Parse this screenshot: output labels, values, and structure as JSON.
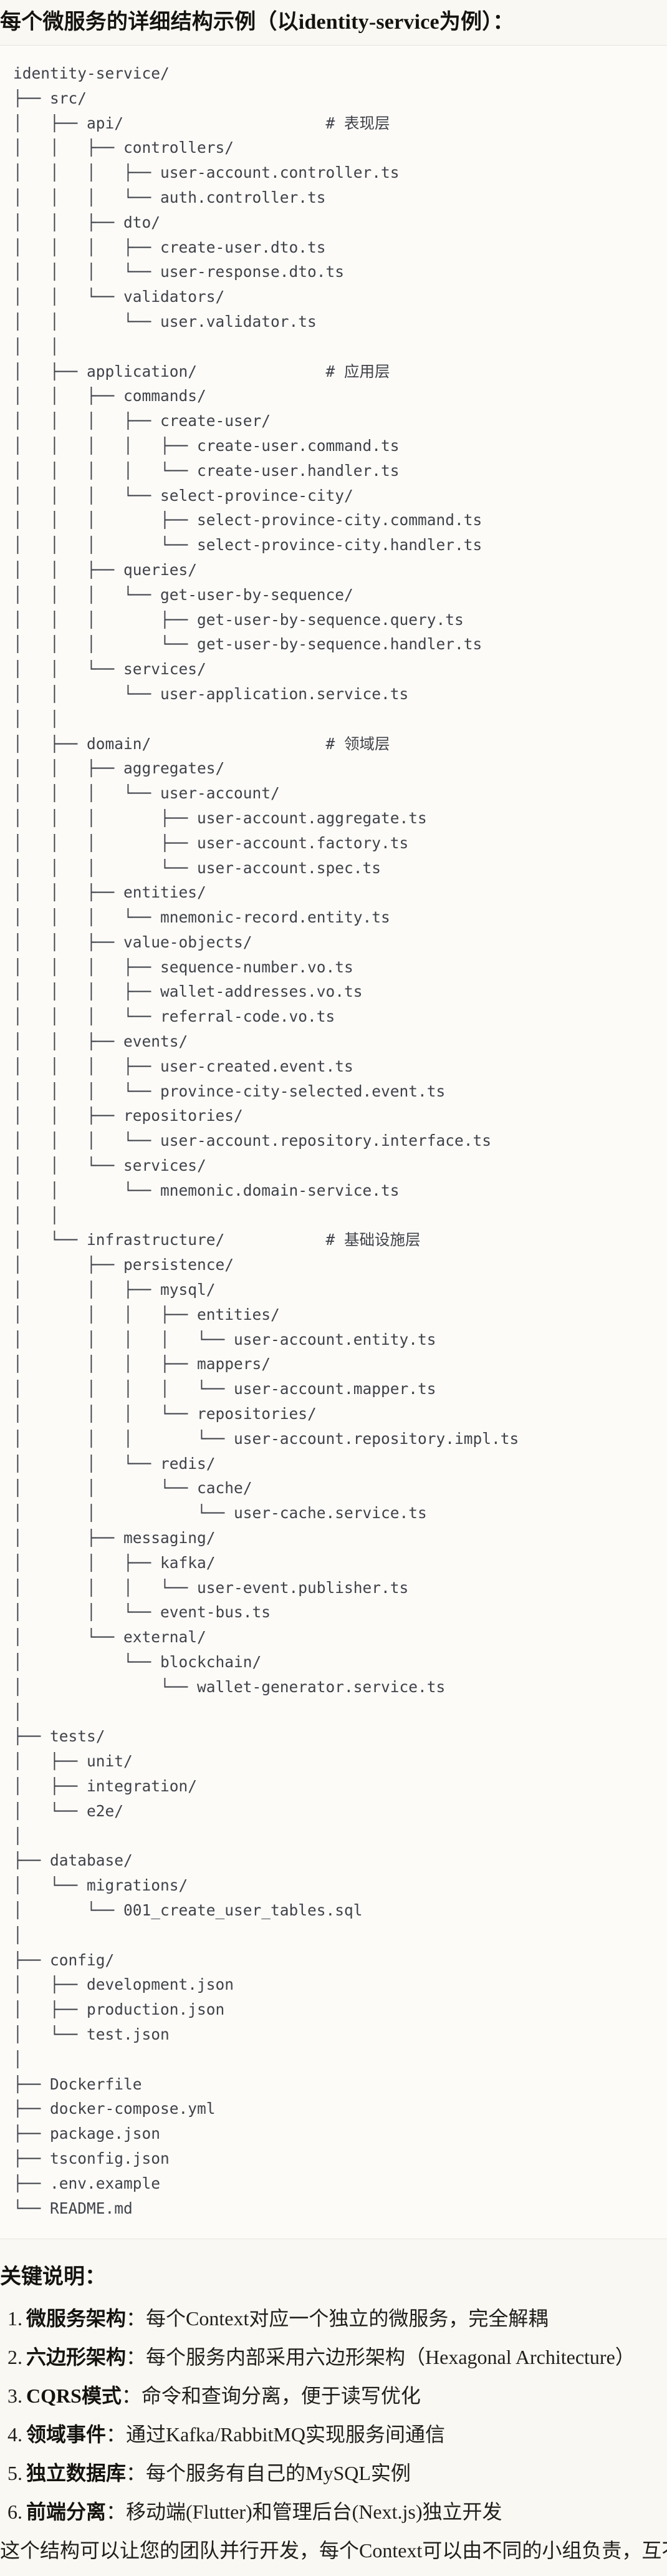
{
  "page": {
    "title": "每个微服务的详细结构示例（以identity-service为例）："
  },
  "tree": {
    "lines": [
      "identity-service/",
      "├── src/",
      "│   ├── api/                      # 表现层",
      "│   │   ├── controllers/",
      "│   │   │   ├── user-account.controller.ts",
      "│   │   │   └── auth.controller.ts",
      "│   │   ├── dto/",
      "│   │   │   ├── create-user.dto.ts",
      "│   │   │   └── user-response.dto.ts",
      "│   │   └── validators/",
      "│   │       └── user.validator.ts",
      "│   │",
      "│   ├── application/              # 应用层",
      "│   │   ├── commands/",
      "│   │   │   ├── create-user/",
      "│   │   │   │   ├── create-user.command.ts",
      "│   │   │   │   └── create-user.handler.ts",
      "│   │   │   └── select-province-city/",
      "│   │   │       ├── select-province-city.command.ts",
      "│   │   │       └── select-province-city.handler.ts",
      "│   │   ├── queries/",
      "│   │   │   └── get-user-by-sequence/",
      "│   │   │       ├── get-user-by-sequence.query.ts",
      "│   │   │       └── get-user-by-sequence.handler.ts",
      "│   │   └── services/",
      "│   │       └── user-application.service.ts",
      "│   │",
      "│   ├── domain/                   # 领域层",
      "│   │   ├── aggregates/",
      "│   │   │   └── user-account/",
      "│   │   │       ├── user-account.aggregate.ts",
      "│   │   │       ├── user-account.factory.ts",
      "│   │   │       └── user-account.spec.ts",
      "│   │   ├── entities/",
      "│   │   │   └── mnemonic-record.entity.ts",
      "│   │   ├── value-objects/",
      "│   │   │   ├── sequence-number.vo.ts",
      "│   │   │   ├── wallet-addresses.vo.ts",
      "│   │   │   └── referral-code.vo.ts",
      "│   │   ├── events/",
      "│   │   │   ├── user-created.event.ts",
      "│   │   │   └── province-city-selected.event.ts",
      "│   │   ├── repositories/",
      "│   │   │   └── user-account.repository.interface.ts",
      "│   │   └── services/",
      "│   │       └── mnemonic.domain-service.ts",
      "│   │",
      "│   └── infrastructure/           # 基础设施层",
      "│       ├── persistence/",
      "│       │   ├── mysql/",
      "│       │   │   ├── entities/",
      "│       │   │   │   └── user-account.entity.ts",
      "│       │   │   ├── mappers/",
      "│       │   │   │   └── user-account.mapper.ts",
      "│       │   │   └── repositories/",
      "│       │   │       └── user-account.repository.impl.ts",
      "│       │   └── redis/",
      "│       │       └── cache/",
      "│       │           └── user-cache.service.ts",
      "│       ├── messaging/",
      "│       │   ├── kafka/",
      "│       │   │   └── user-event.publisher.ts",
      "│       │   └── event-bus.ts",
      "│       └── external/",
      "│           └── blockchain/",
      "│               └── wallet-generator.service.ts",
      "│",
      "├── tests/",
      "│   ├── unit/",
      "│   ├── integration/",
      "│   └── e2e/",
      "│",
      "├── database/",
      "│   └── migrations/",
      "│       └── 001_create_user_tables.sql",
      "│",
      "├── config/",
      "│   ├── development.json",
      "│   ├── production.json",
      "│   └── test.json",
      "│",
      "├── Dockerfile",
      "├── docker-compose.yml",
      "├── package.json",
      "├── tsconfig.json",
      "├── .env.example",
      "└── README.md"
    ]
  },
  "notes": {
    "heading": "关键说明：",
    "items": [
      {
        "num": "1.",
        "term": "微服务架构",
        "desc": "：每个Context对应一个独立的微服务，完全解耦"
      },
      {
        "num": "2.",
        "term": "六边形架构",
        "desc": "：每个服务内部采用六边形架构（Hexagonal Architecture）"
      },
      {
        "num": "3.",
        "term": "CQRS模式",
        "desc": "：命令和查询分离，便于读写优化"
      },
      {
        "num": "4.",
        "term": "领域事件",
        "desc": "：通过Kafka/RabbitMQ实现服务间通信"
      },
      {
        "num": "5.",
        "term": "独立数据库",
        "desc": "：每个服务有自己的MySQL实例"
      },
      {
        "num": "6.",
        "term": "前端分离",
        "desc": "：移动端(Flutter)和管理后台(Next.js)独立开发"
      }
    ],
    "footer": "这个结构可以让您的团队并行开发，每个Context可以由不同的小组负责，互不干扰。"
  },
  "colors": {
    "page_bg": "#f9f8f3",
    "code_bg": "#fcfbf8",
    "border": "#e8e5dd",
    "code_text": "#3f4249",
    "text": "#201f1c"
  }
}
